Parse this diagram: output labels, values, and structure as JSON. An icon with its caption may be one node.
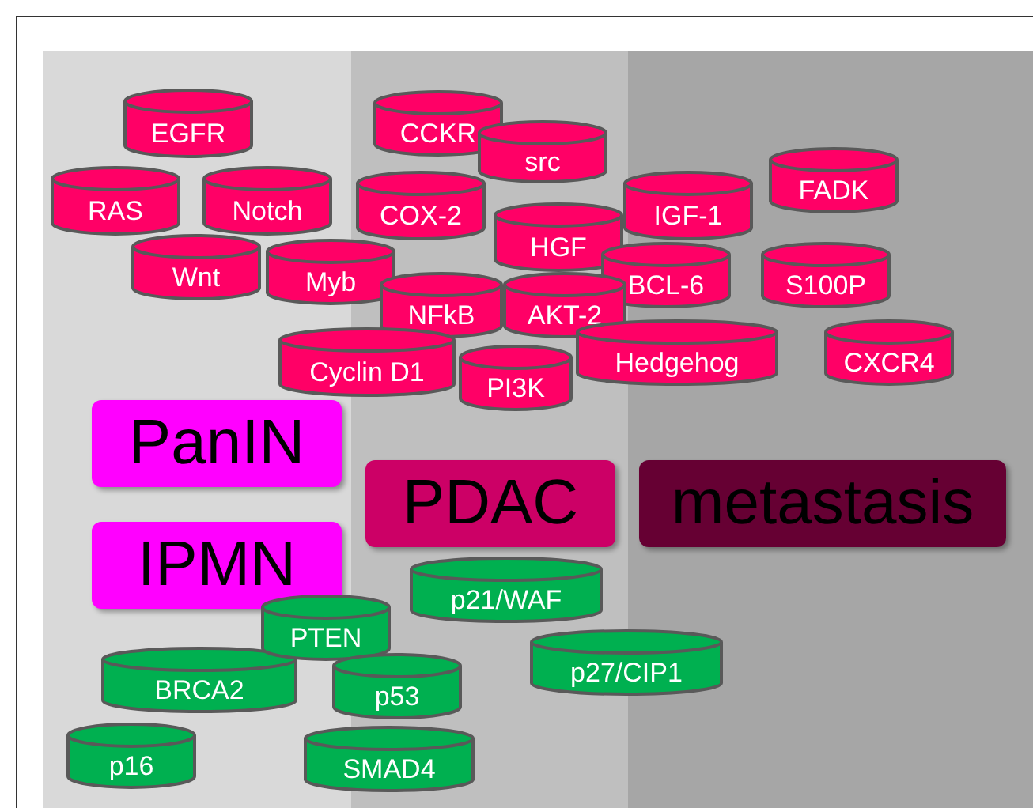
{
  "diagram": {
    "nodes": [
      {
        "text": [
          "EGFR"
        ]
      },
      {
        "text": [
          "CCKR"
        ]
      },
      {
        "text": [
          "src"
        ]
      },
      {
        "text": [
          "FADK"
        ]
      },
      {
        "text": [
          "RAS"
        ]
      },
      {
        "text": [
          "Notch"
        ]
      },
      {
        "text": [
          "COX-2"
        ]
      },
      {
        "text": [
          "IGF-1"
        ]
      },
      {
        "text": [
          "HGF"
        ]
      },
      {
        "text": [
          "Wnt"
        ]
      },
      {
        "text": [
          "Myb"
        ]
      },
      {
        "text": [
          "BCL-6"
        ]
      },
      {
        "text": [
          "S100P"
        ]
      },
      {
        "text": [
          "NFkB"
        ]
      },
      {
        "text": [
          "AKT-2"
        ]
      },
      {
        "text": [
          "Hedgehog"
        ]
      },
      {
        "text": [
          "Cyclin D1"
        ]
      },
      {
        "text": [
          "CXCR4"
        ]
      },
      {
        "text": [
          "PI3K"
        ]
      },
      {
        "text": [
          "PanIN"
        ]
      },
      {
        "text": [
          "PDAC"
        ]
      },
      {
        "text": [
          "metastasis"
        ]
      },
      {
        "text": [
          "IPMN"
        ]
      },
      {
        "text": [
          "p21/WAF"
        ]
      },
      {
        "text": [
          "PTEN"
        ]
      },
      {
        "text": [
          "p27/CIP1"
        ]
      },
      {
        "text": [
          "BRCA2"
        ]
      },
      {
        "text": [
          "p53"
        ]
      },
      {
        "text": [
          "p16"
        ]
      },
      {
        "text": [
          "SMAD4"
        ]
      }
    ]
  }
}
